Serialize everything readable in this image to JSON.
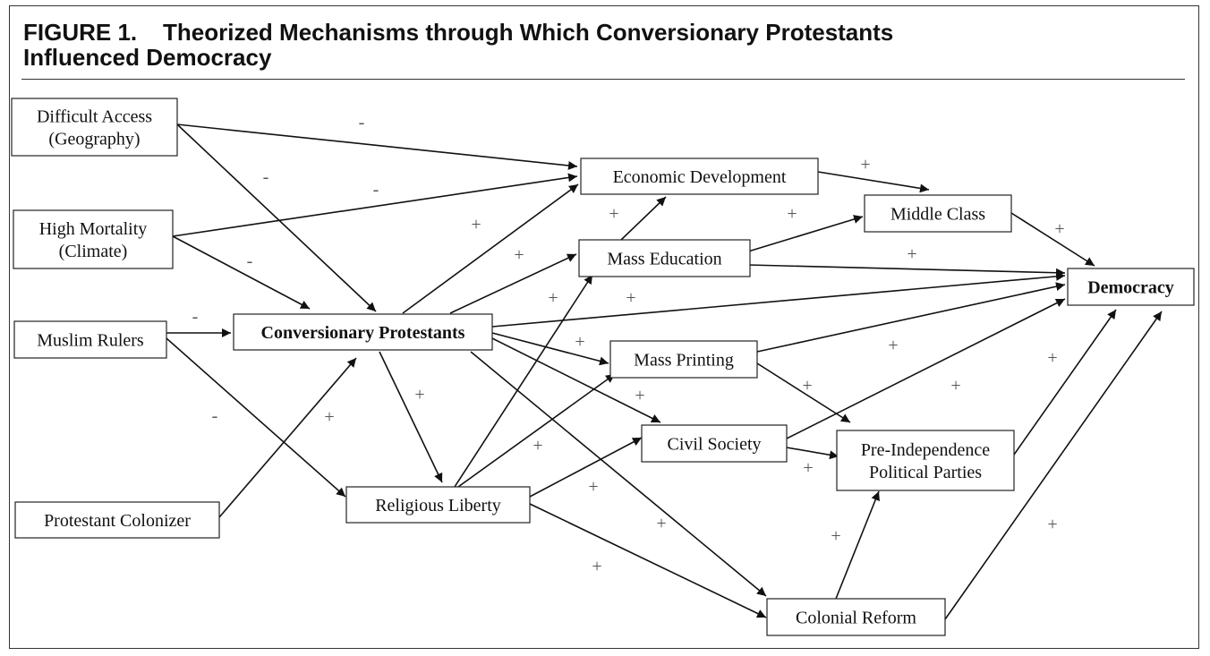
{
  "figure": {
    "title_line1": "FIGURE 1.    Theorized Mechanisms through Which Conversionary Protestants",
    "title_line2": "Influenced Democracy"
  },
  "nodes": [
    {
      "id": "difficult-access",
      "lines": [
        "Difficult Access",
        "(Geography)"
      ],
      "bold": false
    },
    {
      "id": "high-mortality",
      "lines": [
        "High Mortality",
        "(Climate)"
      ],
      "bold": false
    },
    {
      "id": "muslim-rulers",
      "lines": [
        "Muslim Rulers"
      ],
      "bold": false
    },
    {
      "id": "protestant-colonizer",
      "lines": [
        "Protestant Colonizer"
      ],
      "bold": false
    },
    {
      "id": "conversionary-protestants",
      "lines": [
        "Conversionary Protestants"
      ],
      "bold": true
    },
    {
      "id": "religious-liberty",
      "lines": [
        "Religious Liberty"
      ],
      "bold": false
    },
    {
      "id": "economic-development",
      "lines": [
        "Economic Development"
      ],
      "bold": false
    },
    {
      "id": "mass-education",
      "lines": [
        "Mass Education"
      ],
      "bold": false
    },
    {
      "id": "mass-printing",
      "lines": [
        "Mass Printing"
      ],
      "bold": false
    },
    {
      "id": "civil-society",
      "lines": [
        "Civil Society"
      ],
      "bold": false
    },
    {
      "id": "middle-class",
      "lines": [
        "Middle Class"
      ],
      "bold": false
    },
    {
      "id": "pre-independence-political-parties",
      "lines": [
        "Pre-Independence",
        "Political Parties"
      ],
      "bold": false
    },
    {
      "id": "colonial-reform",
      "lines": [
        "Colonial Reform"
      ],
      "bold": false
    },
    {
      "id": "democracy",
      "lines": [
        "Democracy"
      ],
      "bold": true
    }
  ],
  "edges": [
    {
      "from": "difficult-access",
      "to": "economic-development",
      "sign": "-"
    },
    {
      "from": "difficult-access",
      "to": "conversionary-protestants",
      "sign": "-"
    },
    {
      "from": "high-mortality",
      "to": "economic-development",
      "sign": "-"
    },
    {
      "from": "high-mortality",
      "to": "conversionary-protestants",
      "sign": "-"
    },
    {
      "from": "muslim-rulers",
      "to": "conversionary-protestants",
      "sign": "-"
    },
    {
      "from": "muslim-rulers",
      "to": "religious-liberty",
      "sign": "-"
    },
    {
      "from": "protestant-colonizer",
      "to": "conversionary-protestants",
      "sign": "+"
    },
    {
      "from": "conversionary-protestants",
      "to": "economic-development",
      "sign": "+"
    },
    {
      "from": "conversionary-protestants",
      "to": "mass-education",
      "sign": "+"
    },
    {
      "from": "conversionary-protestants",
      "to": "democracy",
      "sign": "+"
    },
    {
      "from": "conversionary-protestants",
      "to": "mass-printing",
      "sign": "+"
    },
    {
      "from": "conversionary-protestants",
      "to": "civil-society",
      "sign": "+"
    },
    {
      "from": "conversionary-protestants",
      "to": "religious-liberty",
      "sign": "+"
    },
    {
      "from": "conversionary-protestants",
      "to": "colonial-reform",
      "sign": "+"
    },
    {
      "from": "religious-liberty",
      "to": "mass-education",
      "sign": "+"
    },
    {
      "from": "religious-liberty",
      "to": "mass-printing",
      "sign": "+"
    },
    {
      "from": "religious-liberty",
      "to": "civil-society",
      "sign": "+"
    },
    {
      "from": "religious-liberty",
      "to": "colonial-reform",
      "sign": "+"
    },
    {
      "from": "mass-education",
      "to": "economic-development",
      "sign": "+"
    },
    {
      "from": "mass-education",
      "to": "middle-class",
      "sign": "+"
    },
    {
      "from": "mass-education",
      "to": "democracy",
      "sign": "+"
    },
    {
      "from": "economic-development",
      "to": "middle-class",
      "sign": "+"
    },
    {
      "from": "middle-class",
      "to": "democracy",
      "sign": "+"
    },
    {
      "from": "mass-printing",
      "to": "democracy",
      "sign": "+"
    },
    {
      "from": "mass-printing",
      "to": "pre-independence-political-parties",
      "sign": "+"
    },
    {
      "from": "civil-society",
      "to": "democracy",
      "sign": "+"
    },
    {
      "from": "civil-society",
      "to": "pre-independence-political-parties",
      "sign": "+"
    },
    {
      "from": "pre-independence-political-parties",
      "to": "democracy",
      "sign": "+"
    },
    {
      "from": "colonial-reform",
      "to": "pre-independence-political-parties",
      "sign": "+"
    },
    {
      "from": "colonial-reform",
      "to": "democracy",
      "sign": "+"
    }
  ]
}
